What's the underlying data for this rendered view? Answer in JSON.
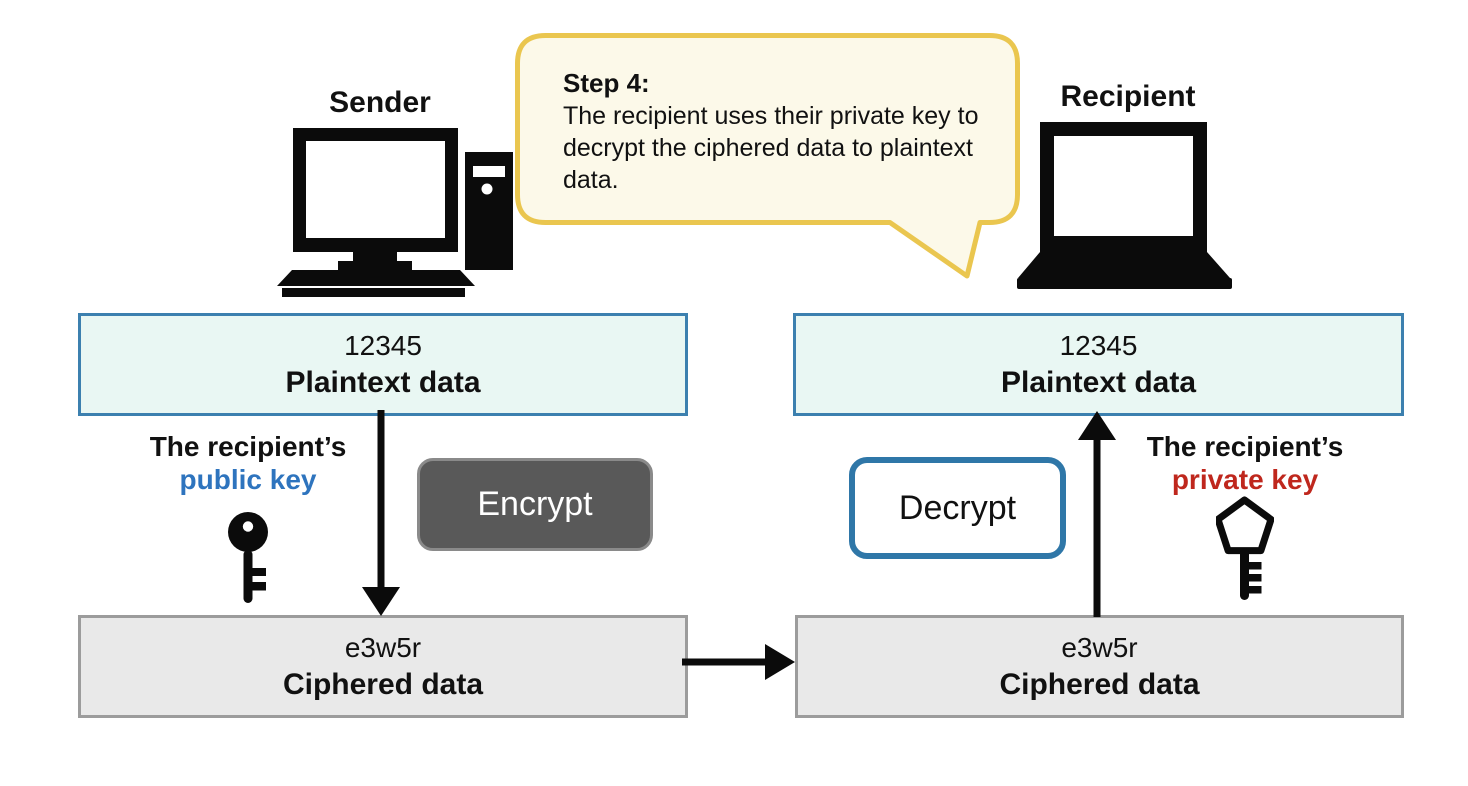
{
  "diagram": {
    "sender_label": "Sender",
    "recipient_label": "Recipient",
    "callout": {
      "title": "Step 4:",
      "body": "The recipient uses their private key to decrypt the ciphered data to plaintext data."
    },
    "boxes": {
      "sender_plaintext": {
        "value": "12345",
        "label": "Plaintext data"
      },
      "recipient_plaintext": {
        "value": "12345",
        "label": "Plaintext data"
      },
      "sender_ciphered": {
        "value": "e3w5r",
        "label": "Ciphered data"
      },
      "recipient_ciphered": {
        "value": "e3w5r",
        "label": "Ciphered data"
      }
    },
    "actions": {
      "encrypt_label": "Encrypt",
      "decrypt_label": "Decrypt"
    },
    "keys": {
      "public": {
        "owner": "The recipient’s",
        "name": "public key"
      },
      "private": {
        "owner": "The recipient’s",
        "name": "private key"
      }
    },
    "icons": {
      "sender": "desktop-computer-icon",
      "recipient": "laptop-icon",
      "public_key": "key-solid-icon",
      "private_key": "key-outline-icon",
      "callout": "speech-bubble"
    }
  },
  "colors": {
    "plaintext_fill": "#E9F7F3",
    "plaintext_border": "#3C80AF",
    "ciphered_fill": "#E9E9E9",
    "ciphered_border": "#9C9C9C",
    "encrypt_fill": "#595959",
    "encrypt_border": "#8A8A8A",
    "decrypt_border": "#2F77A8",
    "public_key_color": "#2E74BE",
    "private_key_color": "#BF271D",
    "callout_fill": "#FCF9E9",
    "callout_border": "#EAC64F",
    "arrow_color": "#0B0B0B"
  }
}
